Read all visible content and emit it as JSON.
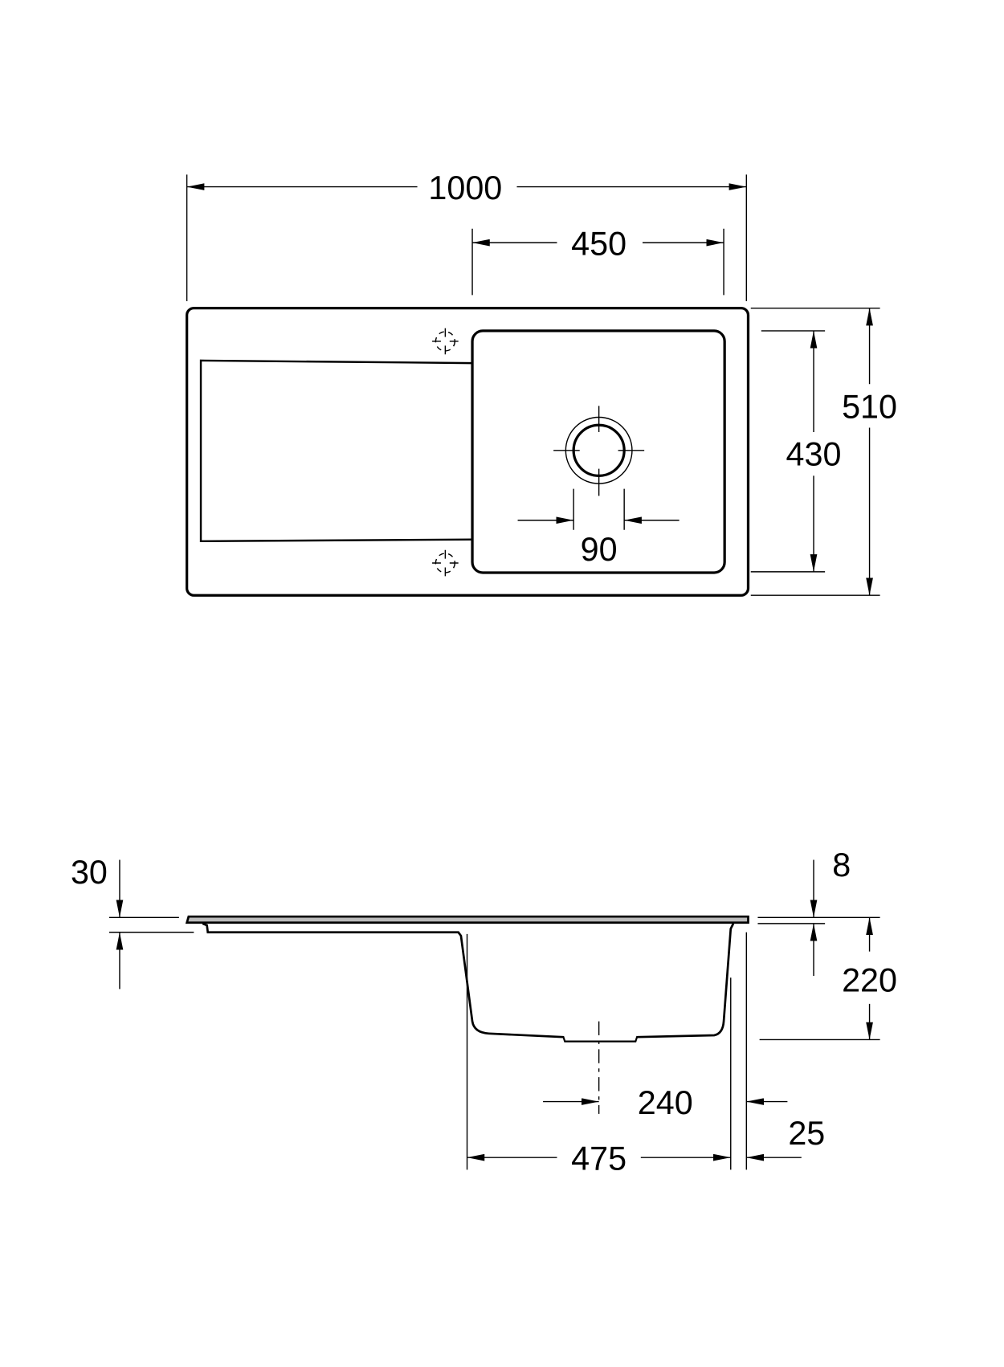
{
  "colors": {
    "line": "#000000",
    "background": "#ffffff",
    "rim_fill": "#bbbbbb"
  },
  "top_view": {
    "overall_width": "1000",
    "bowl_width": "450",
    "overall_depth": "510",
    "bowl_depth": "430",
    "drain_diameter": "90"
  },
  "side_view": {
    "rim_height": "30",
    "rim_thickness": "8",
    "bowl_depth": "220",
    "drain_offset": "240",
    "bowl_width": "475",
    "edge_offset": "25"
  }
}
